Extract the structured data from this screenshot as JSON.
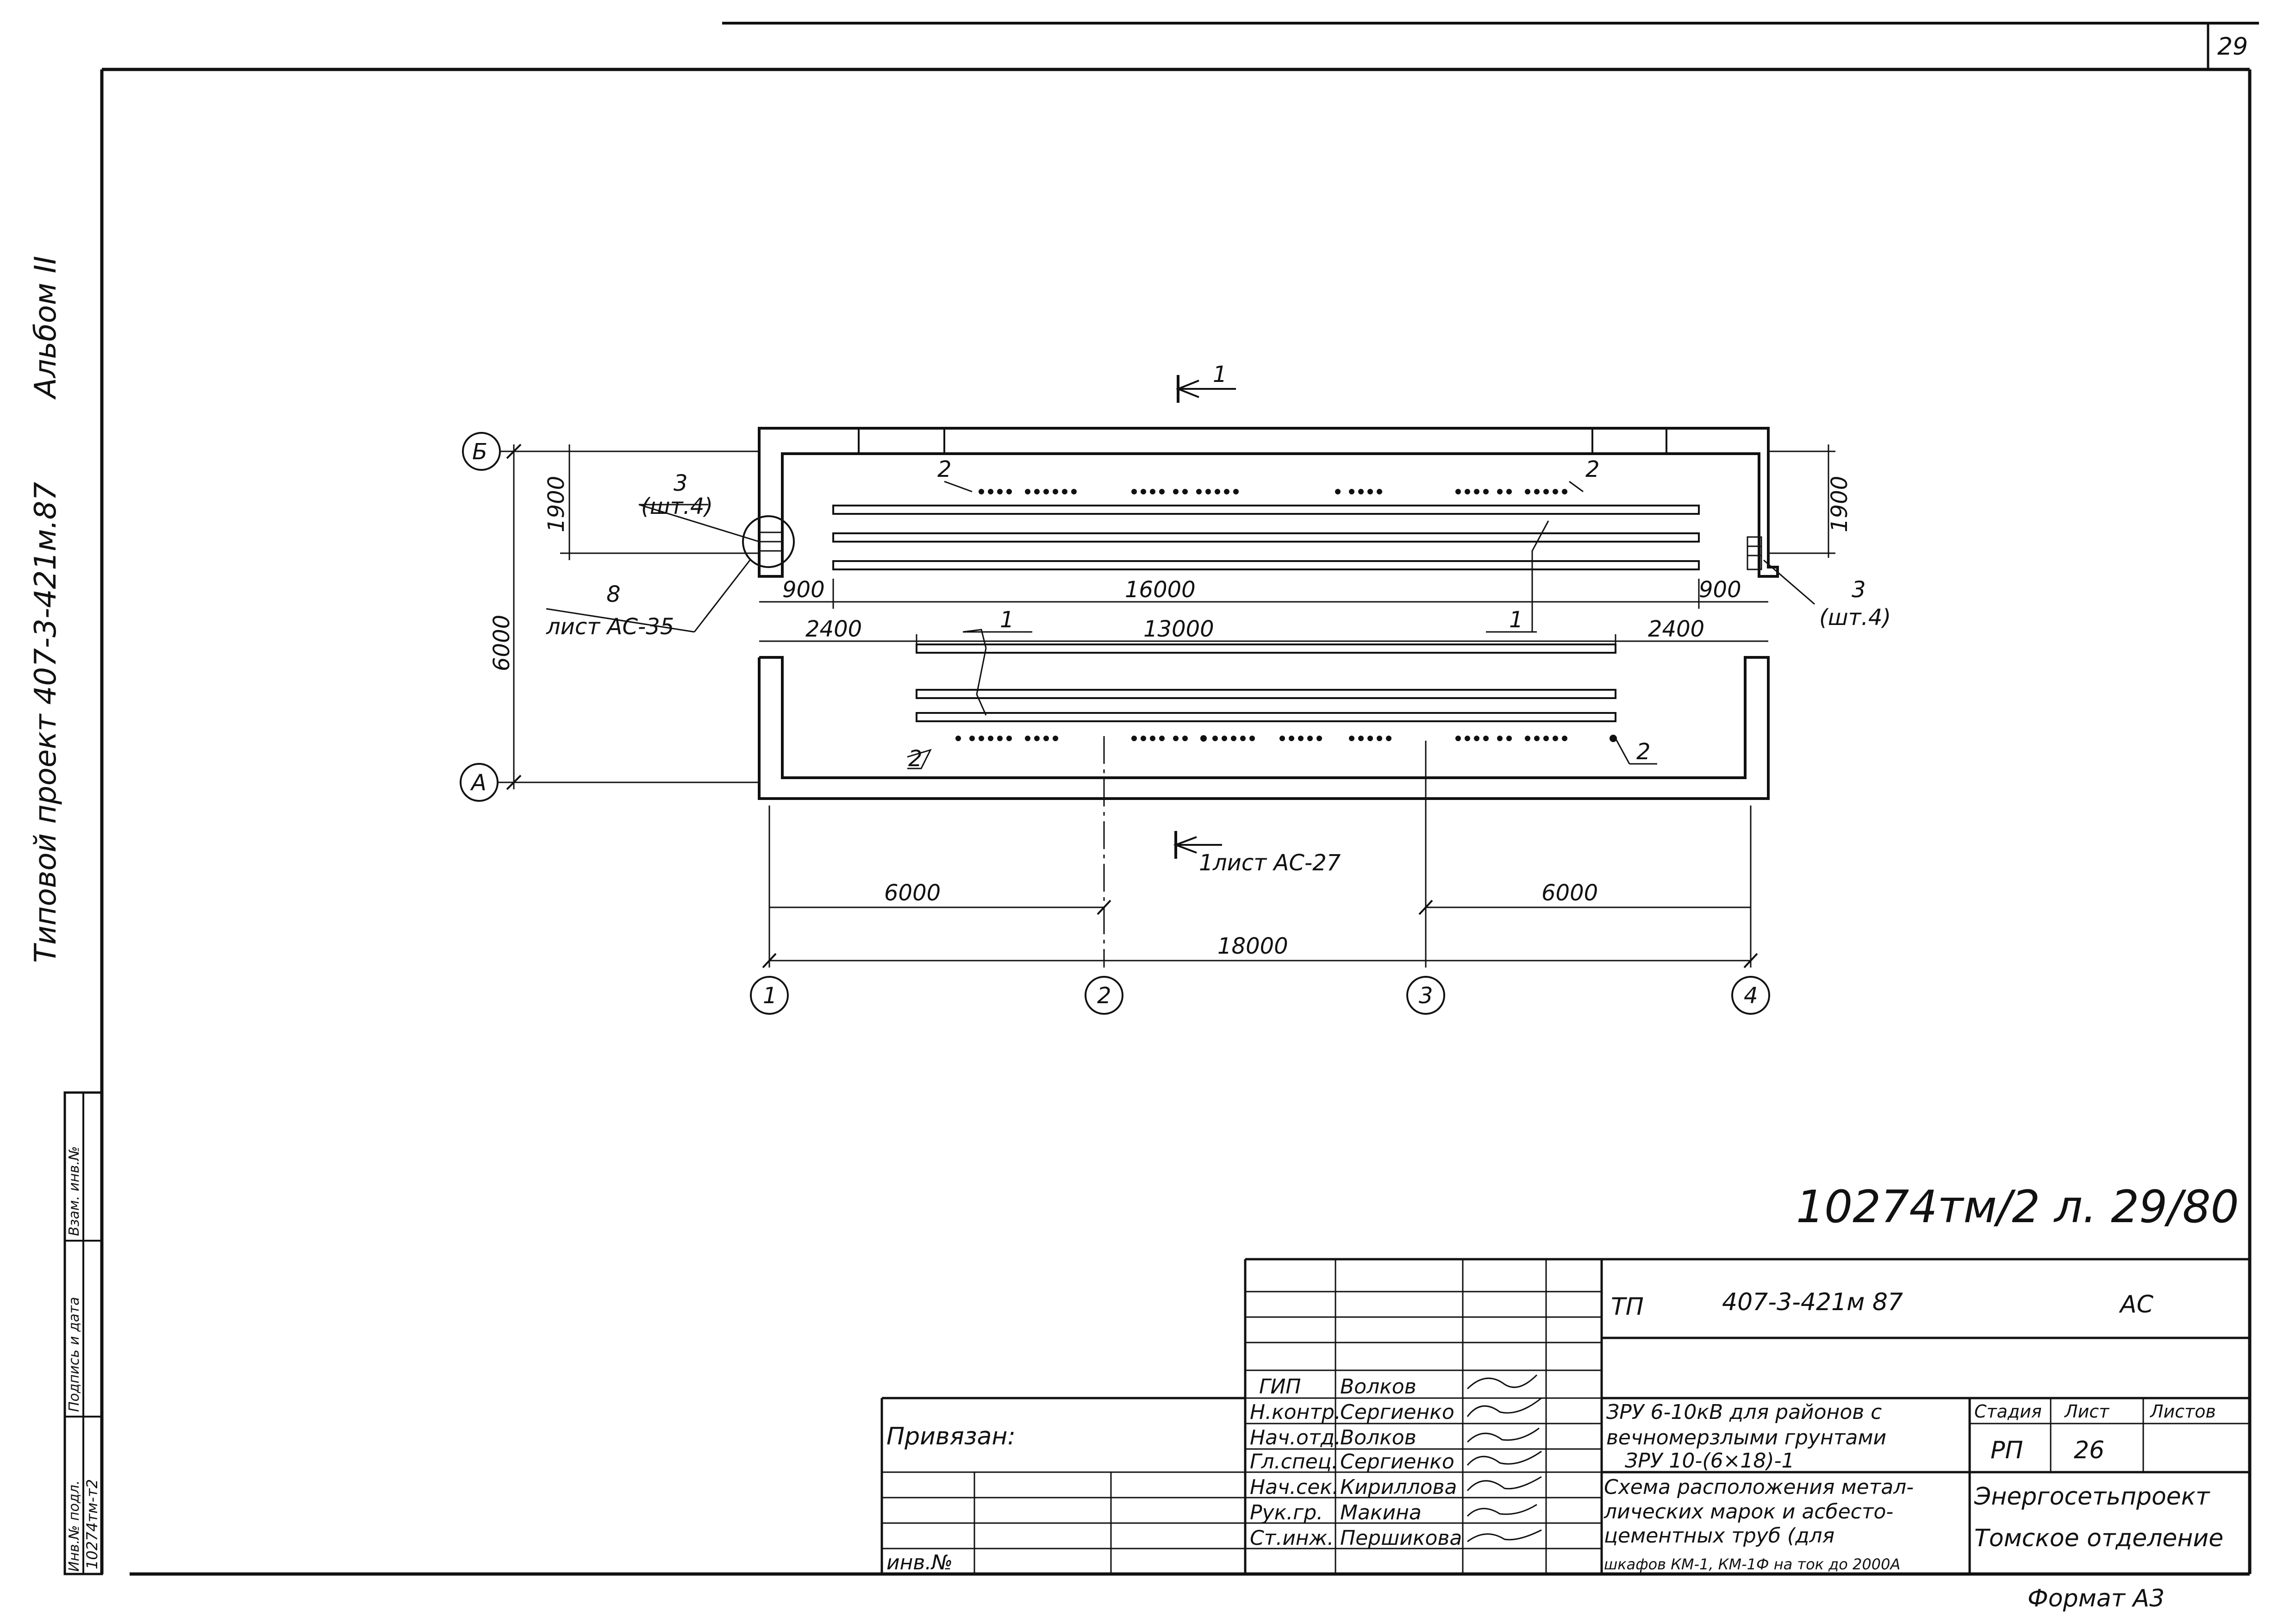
{
  "sheet": {
    "page_number": "29",
    "format": "Формат А3",
    "handwritten_ref": "10274тм/2 л. 29/80",
    "attached_label": "Привязан:",
    "inv_label": "инв.№"
  },
  "margin": {
    "album": "Альбом II",
    "project_label": "Типовой проект 407-3-421м.87",
    "stamp_cells": [
      "Взам. инв.№",
      "Подпись и дата",
      "Инв.№ подл."
    ],
    "stamp_value": "10274тм-т2"
  },
  "title_block": {
    "project_code_prefix": "ТП",
    "project_code": "407-3-421м 87",
    "section": "АС",
    "object_lines": [
      "ЗРУ 6-10кВ для районов с",
      "вечномерзлыми грунтами",
      "ЗРУ 10-(6×18)-1"
    ],
    "drawing_title_lines": [
      "Схема расположения метал-",
      "лических марок и асбесто-",
      "цементных труб (для",
      "шкафов КМ-1, КМ-1Ф на ток до 2000А"
    ],
    "stage_header": "Стадия",
    "sheet_header": "Лист",
    "sheets_header": "Листов",
    "stage": "РП",
    "sheet": "26",
    "org_lines": [
      "Энергосетьпроект",
      "Томское отделение"
    ],
    "staff": [
      {
        "role": "ГИП",
        "name": "Волков"
      },
      {
        "role": "Н.контр.",
        "name": "Сергиенко"
      },
      {
        "role": "Нач.отд.",
        "name": "Волков"
      },
      {
        "role": "Гл.спец.",
        "name": "Сергиенко"
      },
      {
        "role": "Нач.сек.",
        "name": "Кириллова"
      },
      {
        "role": "Рук.гр.",
        "name": "Макина"
      },
      {
        "role": "Ст.инж.",
        "name": "Першикова"
      }
    ]
  },
  "drawing": {
    "axes_letters": [
      "Б",
      "А"
    ],
    "axes_numbers": [
      "1",
      "2",
      "3",
      "4"
    ],
    "section_mark_top": "1",
    "section_mark_bottom": "1",
    "section_mark_bottom_sheet": "лист АС-27",
    "callout_3": "3",
    "callout_3_qty": "(шт.4)",
    "callout_8": "8",
    "callout_8_sheet": "лист АС-35",
    "callout_1": "1",
    "callout_2": "2",
    "dims": {
      "d1900": "1900",
      "d6000_vert": "6000",
      "d900": "900",
      "d16000": "16000",
      "d2400": "2400",
      "d13000": "13000",
      "d6000": "6000",
      "d18000": "18000"
    }
  }
}
